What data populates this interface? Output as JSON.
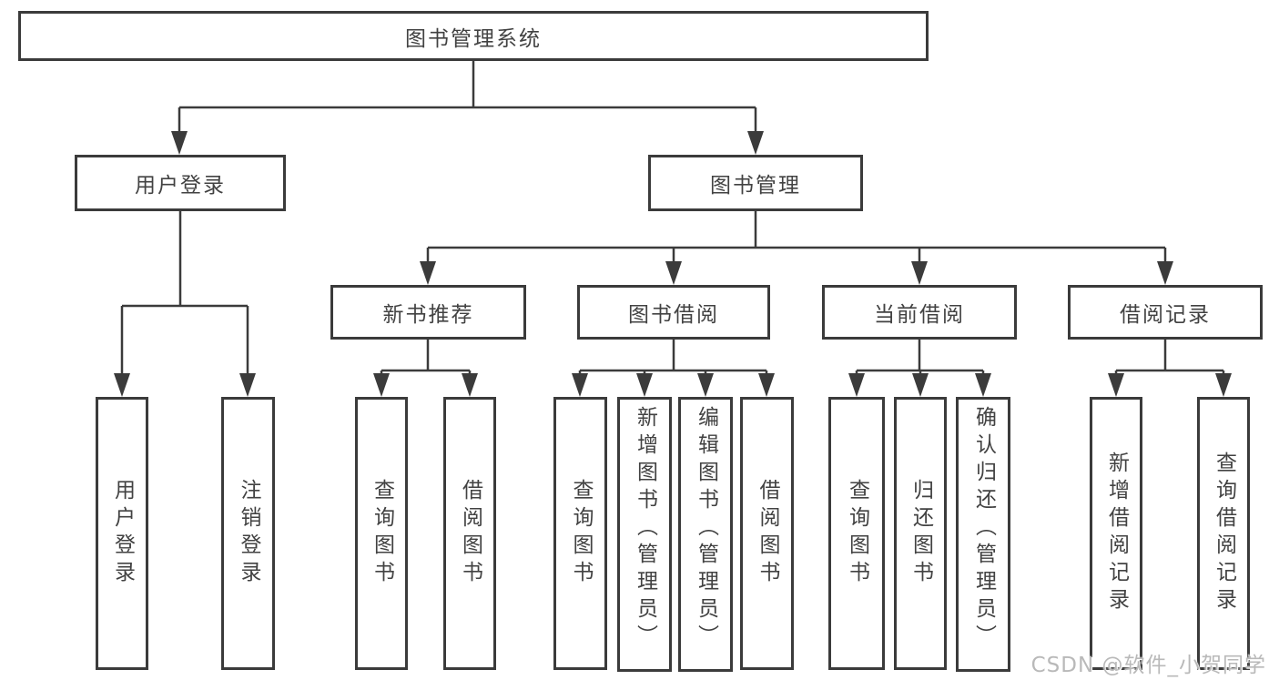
{
  "diagram": {
    "root": {
      "label": "图书管理系统"
    },
    "branches": [
      {
        "label": "用户登录",
        "children": [
          {
            "label": "用户登录"
          },
          {
            "label": "注销登录"
          }
        ]
      },
      {
        "label": "图书管理",
        "children": [
          {
            "label": "新书推荐",
            "children": [
              {
                "label": "查询图书"
              },
              {
                "label": "借阅图书"
              }
            ]
          },
          {
            "label": "图书借阅",
            "children": [
              {
                "label": "查询图书"
              },
              {
                "label": "新增图书（管理员）"
              },
              {
                "label": "编辑图书（管理员）"
              },
              {
                "label": "借阅图书"
              }
            ]
          },
          {
            "label": "当前借阅",
            "children": [
              {
                "label": "查询图书"
              },
              {
                "label": "归还图书"
              },
              {
                "label": "确认归还（管理员）"
              }
            ]
          },
          {
            "label": "借阅记录",
            "children": [
              {
                "label": "新增借阅记录"
              },
              {
                "label": "查询借阅记录"
              }
            ]
          }
        ]
      }
    ]
  },
  "watermark": {
    "text": "CSDN @软件_小贺同学"
  },
  "colors": {
    "line": "#3b3b3b",
    "text": "#424242",
    "background": "#ffffff",
    "watermark": "#b9b9b9"
  }
}
